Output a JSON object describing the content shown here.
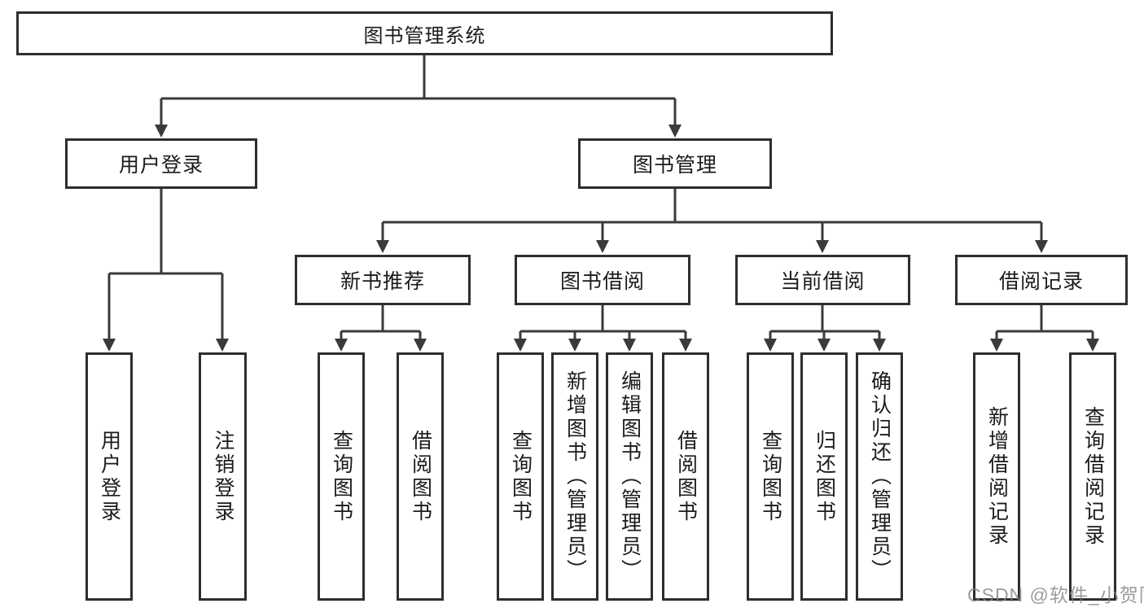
{
  "tree": {
    "root": {
      "label": "图书管理系统"
    },
    "branches": [
      {
        "label": "用户登录",
        "children": [
          {
            "label": "用户登录"
          },
          {
            "label": "注销登录"
          }
        ]
      },
      {
        "label": "图书管理",
        "children": [
          {
            "label": "新书推荐",
            "children": [
              {
                "label": "查询图书"
              },
              {
                "label": "借阅图书"
              }
            ]
          },
          {
            "label": "图书借阅",
            "children": [
              {
                "label": "查询图书"
              },
              {
                "label": "新增图书（管理员）"
              },
              {
                "label": "编辑图书（管理员）"
              },
              {
                "label": "借阅图书"
              }
            ]
          },
          {
            "label": "当前借阅",
            "children": [
              {
                "label": "查询图书"
              },
              {
                "label": "归还图书"
              },
              {
                "label": "确认归还（管理员）"
              }
            ]
          },
          {
            "label": "借阅记录",
            "children": [
              {
                "label": "新增借阅记录"
              },
              {
                "label": "查询借阅记录"
              }
            ]
          }
        ]
      }
    ]
  },
  "watermark": {
    "text": "CSDN @软件_小贺同学"
  },
  "colors": {
    "line": "#3a3a3a",
    "box_border": "#2e2e2e",
    "box_background": "#ffffff",
    "text": "#1b1b1b",
    "watermark": "#808080"
  }
}
